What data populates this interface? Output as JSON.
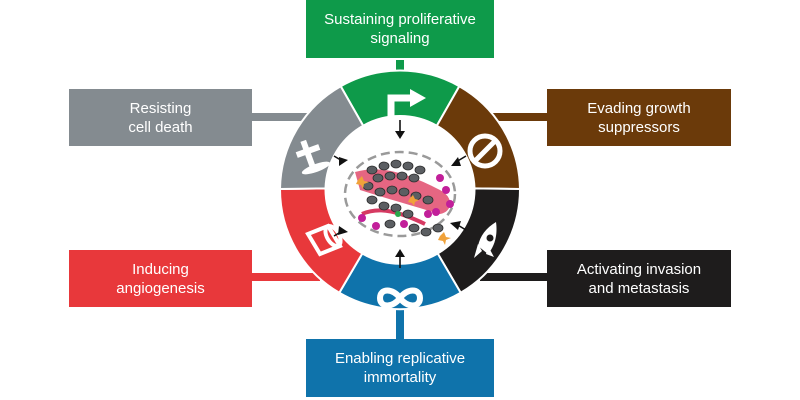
{
  "hallmarks": [
    {
      "id": "proliferative",
      "label": "Sustaining proliferative\nsignaling",
      "color": "#0e9a4a",
      "icon": "arrow-icon"
    },
    {
      "id": "growth-suppressors",
      "label": "Evading growth\nsuppressors",
      "color": "#6b3a0a",
      "icon": "no-entry-icon"
    },
    {
      "id": "invasion",
      "label": "Activating invasion\nand metastasis",
      "color": "#1e1c1c",
      "icon": "rocket-icon"
    },
    {
      "id": "immortality",
      "label": "Enabling replicative\nimmortality",
      "color": "#0f73ab",
      "icon": "infinity-icon"
    },
    {
      "id": "angiogenesis",
      "label": "Inducing\nangiogenesis",
      "color": "#e8383b",
      "icon": "vessel-icon"
    },
    {
      "id": "cell-death",
      "label": "Resisting\ncell death",
      "color": "#848b90",
      "icon": "grave-cross-icon"
    }
  ]
}
